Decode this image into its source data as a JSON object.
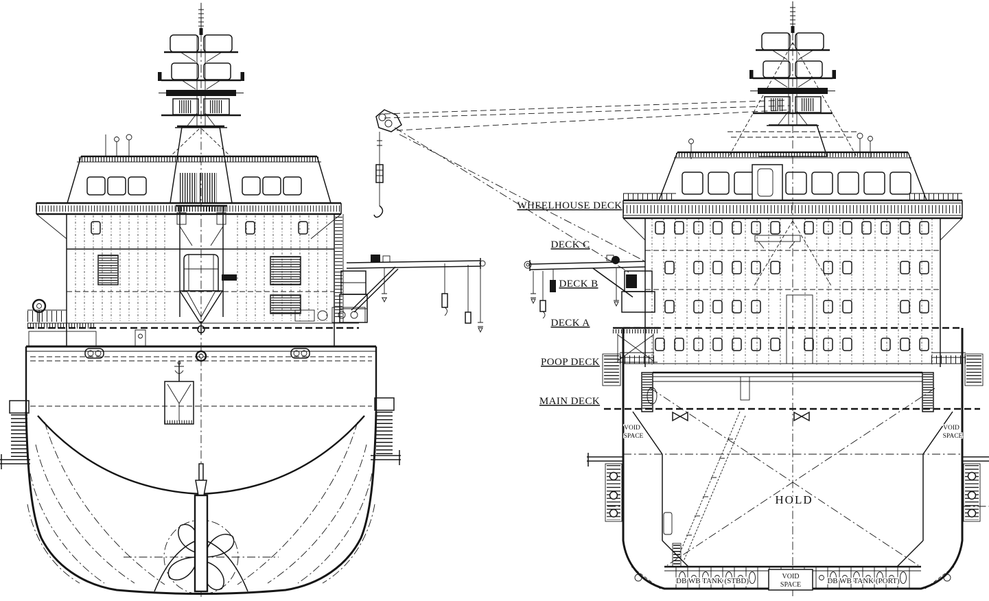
{
  "drawing": {
    "background_color": "#ffffff",
    "ink_color": "#161616"
  },
  "deck_labels": [
    {
      "label": "WHEELHOUSE DECK"
    },
    {
      "label": "DECK C"
    },
    {
      "label": "DECK B"
    },
    {
      "label": "DECK A"
    },
    {
      "label": "POOP DECK"
    },
    {
      "label": "MAIN DECK"
    }
  ],
  "hold": {
    "label": "HOLD"
  },
  "void_space": {
    "line1": "VOID",
    "line2": "SPACE"
  },
  "double_bottom": {
    "starboard_tank_label": "DB WB TANK (STBD)",
    "center_void_line1": "VOID",
    "center_void_line2": "SPACE",
    "port_tank_label": "DB WB TANK (PORT)"
  }
}
